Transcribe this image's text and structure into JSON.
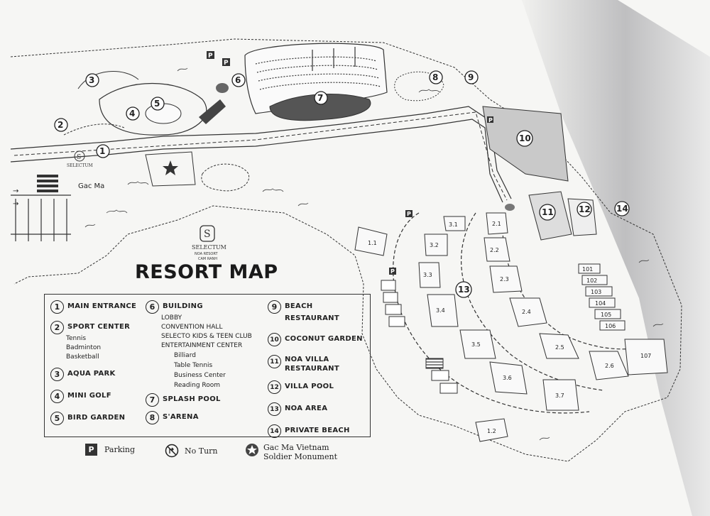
{
  "map": {
    "title": "RESORT MAP",
    "brand": {
      "name": "SELECTUM",
      "sub": "NOA RESORT",
      "place": "CAM RANH"
    },
    "place_label": "Gac Ma",
    "parking_letter": "P",
    "numbers": [
      "1",
      "2",
      "3",
      "4",
      "5",
      "6",
      "7",
      "8",
      "9",
      "10",
      "11",
      "12",
      "13",
      "14"
    ],
    "villa_blocks": [
      "1.1",
      "1.2",
      "2.1",
      "2.2",
      "2.3",
      "2.4",
      "2.5",
      "2.6",
      "3.1",
      "3.2",
      "3.3",
      "3.4",
      "3.5",
      "3.6",
      "3.7",
      "101",
      "102",
      "103",
      "104",
      "105",
      "106",
      "107"
    ]
  },
  "legend": {
    "col1": [
      {
        "n": "1",
        "name": "MAIN ENTRANCE",
        "subs": []
      },
      {
        "n": "2",
        "name": "SPORT CENTER",
        "subs": [
          "Tennis",
          "Badminton",
          "Basketball"
        ]
      },
      {
        "n": "3",
        "name": "AQUA PARK",
        "subs": []
      },
      {
        "n": "4",
        "name": "MINI GOLF",
        "subs": []
      },
      {
        "n": "5",
        "name": "BIRD GARDEN",
        "subs": []
      }
    ],
    "col2": {
      "building": {
        "n": "6",
        "name": "BUILDING",
        "subs": [
          "LOBBY",
          "CONVENTION HALL",
          "SELECTO KIDS & TEEN CLUB",
          "ENTERTAINMENT CENTER"
        ],
        "subs2": [
          "Billiard",
          "Table Tennis",
          "Business Center",
          "Reading Room"
        ]
      },
      "others": [
        {
          "n": "7",
          "name": "SPLASH POOL"
        },
        {
          "n": "8",
          "name": "S'ARENA"
        }
      ]
    },
    "col3": [
      {
        "n": "9",
        "name": "BEACH RESTAURANT"
      },
      {
        "n": "10",
        "name": "COCONUT GARDEN"
      },
      {
        "n": "11",
        "name": "NOA VILLA",
        "name2": "RESTAURANT"
      },
      {
        "n": "12",
        "name": "VILLA POOL"
      },
      {
        "n": "13",
        "name": "NOA AREA"
      },
      {
        "n": "14",
        "name": "PRIVATE BEACH"
      }
    ]
  },
  "symbols": {
    "parking": "Parking",
    "parking_letter": "P",
    "no_turn": "No Turn",
    "monument_l1": "Gac Ma Vietnam",
    "monument_l2": "Soldier Monument"
  }
}
